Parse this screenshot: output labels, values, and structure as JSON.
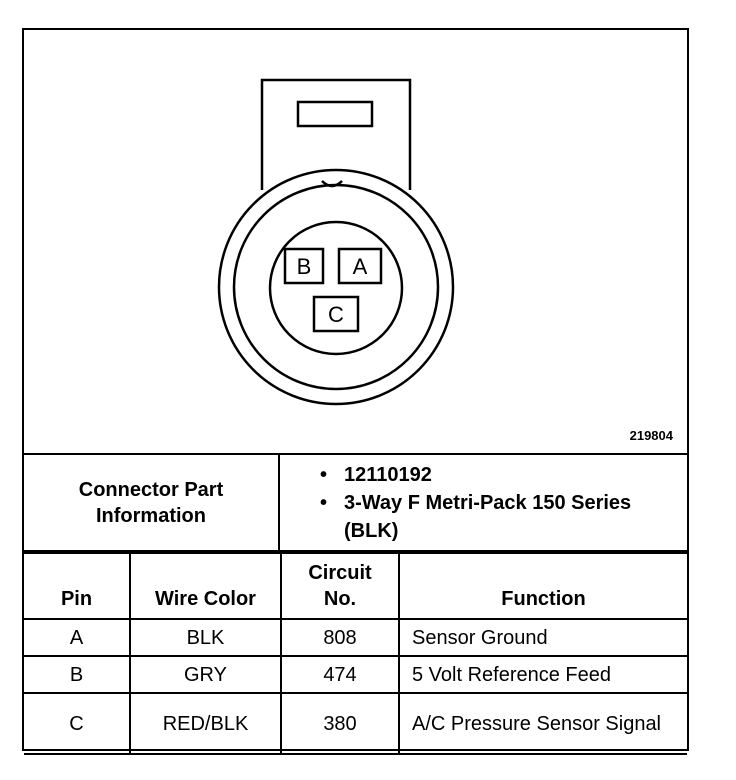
{
  "figure_id": "219804",
  "connector": {
    "pin_labels": [
      "B",
      "A",
      "C"
    ]
  },
  "part_info": {
    "label": "Connector Part Information",
    "items": [
      "12110192",
      "3-Way F Metri-Pack 150 Series (BLK)"
    ]
  },
  "pin_table": {
    "headers": {
      "pin": "Pin",
      "wire_color": "Wire Color",
      "circuit": "Circuit No.",
      "function": "Function"
    },
    "rows": [
      {
        "pin": "A",
        "wire_color": "BLK",
        "circuit": "808",
        "function": "Sensor Ground"
      },
      {
        "pin": "B",
        "wire_color": "GRY",
        "circuit": "474",
        "function": "5 Volt Reference Feed"
      },
      {
        "pin": "C",
        "wire_color": "RED/BLK",
        "circuit": "380",
        "function": "A/C Pressure Sensor Signal"
      }
    ]
  }
}
